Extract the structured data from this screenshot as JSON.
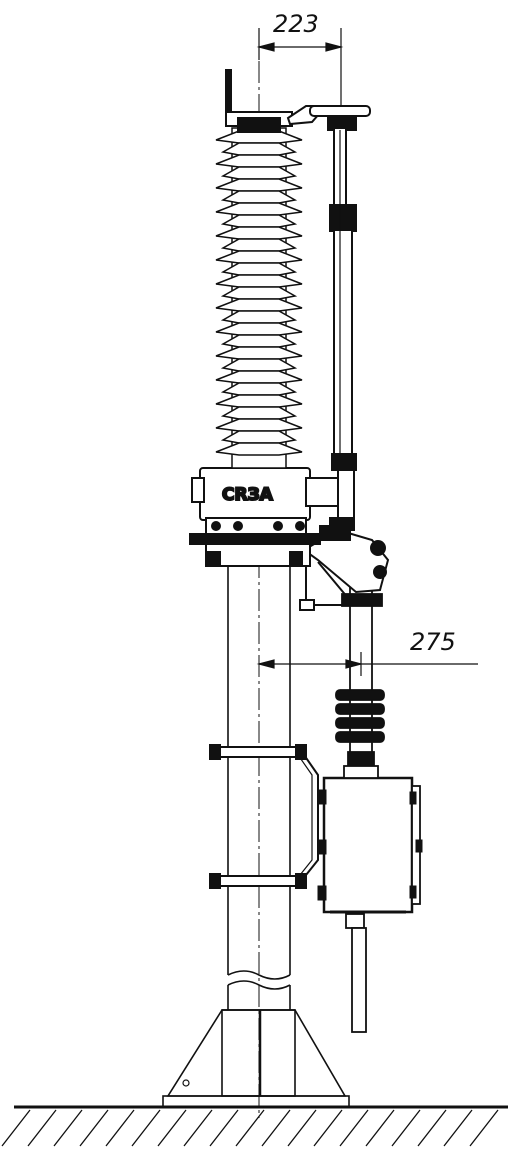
{
  "dimensions": {
    "top": "223",
    "side": "275"
  },
  "logo": "CRЗA",
  "colors": {
    "ink": "#111111",
    "background": "#ffffff"
  }
}
